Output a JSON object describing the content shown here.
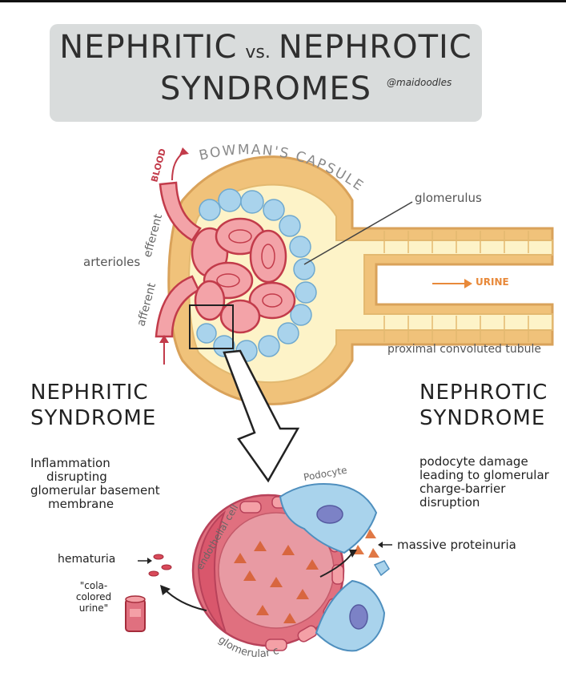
{
  "title": {
    "part1": "NEPHRITIC",
    "vs": "vs.",
    "part2": "NEPHROTIC",
    "line2": "SYNDROMES"
  },
  "handle": "@maidoodles",
  "labels": {
    "bowmans_capsule": "BOWMAN'S CAPSULE",
    "blood": "BLOOD",
    "efferent": "efferent",
    "afferent": "afferent",
    "arterioles": "arterioles",
    "glomerulus": "glomerulus",
    "urine": "URINE",
    "proximal_tubule": "proximal convoluted tubule",
    "podocyte": "Podocyte",
    "endothelial_cell": "endothelial cell",
    "glomerular_capillary": "glomerular capillary",
    "hematuria": "hematuria",
    "cola_colored_urine": "\"cola-colored urine\"",
    "massive_proteinuria": "massive proteinuria"
  },
  "nephritic": {
    "heading_line1": "NEPHRITIC",
    "heading_line2": "SYNDROME",
    "description": [
      "Inflammation",
      "disrupting",
      "glomerular basement",
      "membrane"
    ]
  },
  "nephrotic": {
    "heading_line1": "NEPHROTIC",
    "heading_line2": "SYNDROME",
    "description": [
      "podocyte damage",
      "leading to glomerular",
      "charge-barrier",
      "disruption"
    ]
  },
  "colors": {
    "capsule": "#f0c27a",
    "capsule_inner": "#fdf3c8",
    "vessel": "#f3a3a8",
    "vessel_outline": "#c23b4a",
    "podocyte_cells": "#a9d3ec",
    "capillary": "#e0707f",
    "urine_arrow": "#e8893a",
    "highlight": "#e6d7f0"
  }
}
